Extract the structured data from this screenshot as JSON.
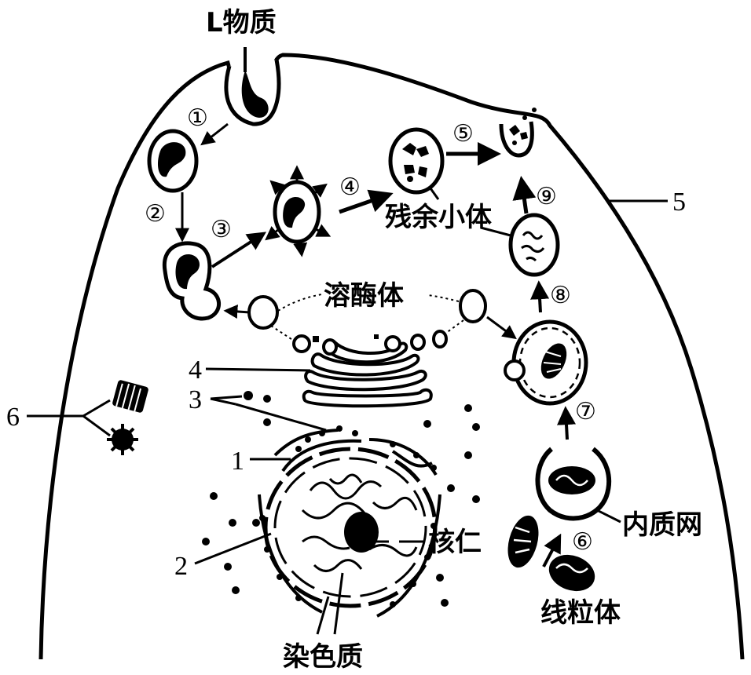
{
  "labels": {
    "l_substance": "L物质",
    "residual_body": "残余小体",
    "lysosome": "溶酶体",
    "nucleolus": "核仁",
    "endoplasmic_reticulum": "内质网",
    "mitochondrion": "线粒体",
    "chromatin": "染色质"
  },
  "steps": {
    "s1": "①",
    "s2": "②",
    "s3": "③",
    "s4": "④",
    "s5": "⑤",
    "s6": "⑥",
    "s7": "⑦",
    "s8": "⑧",
    "s9": "⑨"
  },
  "structures": {
    "n1": "1",
    "n2": "2",
    "n3": "3",
    "n4": "4",
    "n5": "5",
    "n6": "6"
  }
}
